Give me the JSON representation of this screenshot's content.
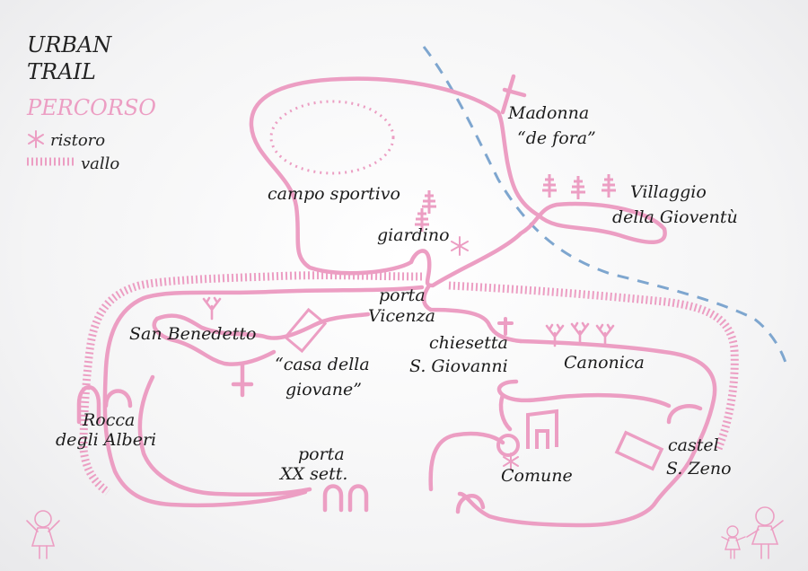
{
  "legend": {
    "title_line1": "URBAN",
    "title_line2": "TRAIL",
    "subtitle": "PERCORSO",
    "ristoro": "ristoro",
    "vallo": "vallo"
  },
  "colors": {
    "route": "#ec9ec3",
    "river": "#7ea6cf",
    "ink": "#1c1c1c"
  },
  "icons": [
    "asterisk-icon",
    "cross-icon",
    "tree-icon",
    "castle-icon",
    "child-figure-icon"
  ],
  "places": {
    "campo_sportivo": "campo sportivo",
    "giardino": "giardino",
    "madonna_1": "Madonna",
    "madonna_2": "“de fora”",
    "villaggio_1": "Villaggio",
    "villaggio_2": "della Gioventù",
    "porta_vicenza_1": "porta",
    "porta_vicenza_2": "Vicenza",
    "san_benedetto": "San Benedetto",
    "casa_1": "“casa della",
    "casa_2": "giovane”",
    "chiesetta_1": "chiesetta",
    "chiesetta_2": "S. Giovanni",
    "canonica": "Canonica",
    "rocca_1": "Rocca",
    "rocca_2": "degli Alberi",
    "porta_xx_1": "porta",
    "porta_xx_2": "XX sett.",
    "comune": "Comune",
    "castel_1": "castel",
    "castel_2": "S. Zeno"
  }
}
